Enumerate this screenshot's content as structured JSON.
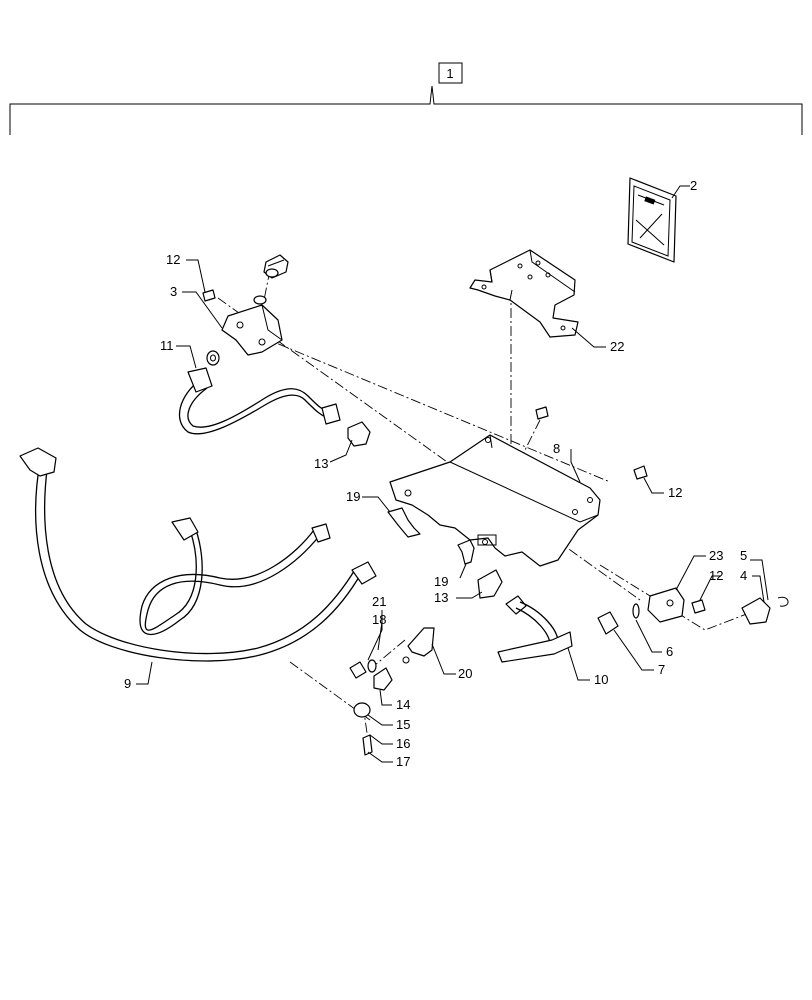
{
  "assembly_callout": "1",
  "callouts": {
    "c2": "2",
    "c3": "3",
    "c4": "4",
    "c5": "5",
    "c6": "6",
    "c7": "7",
    "c8": "8",
    "c9": "9",
    "c10": "10",
    "c11": "11",
    "c12a": "12",
    "c12b": "12",
    "c12c": "12",
    "c13a": "13",
    "c13b": "13",
    "c14": "14",
    "c15": "15",
    "c16": "16",
    "c17": "17",
    "c18": "18",
    "c19a": "19",
    "c19b": "19",
    "c20": "20",
    "c21": "21",
    "c22": "22",
    "c23": "23"
  }
}
